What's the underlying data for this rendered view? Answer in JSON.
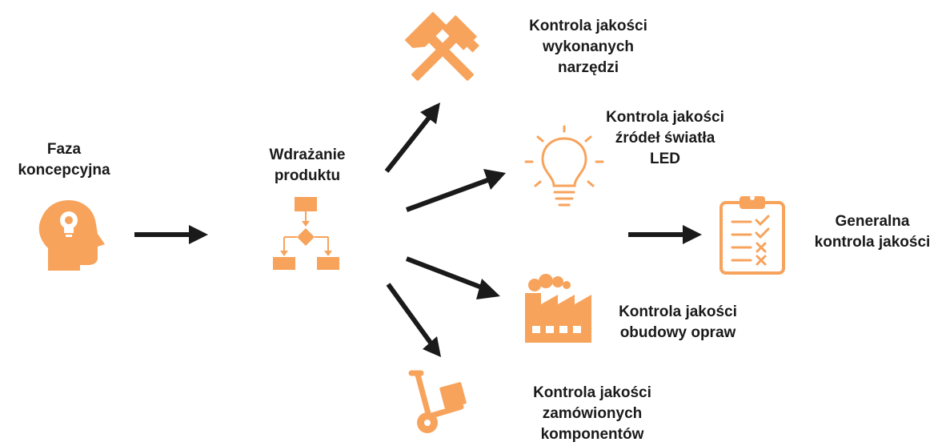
{
  "accent_color": "#F7A35C",
  "arrow_color": "#1a1a1a",
  "nodes": {
    "concept": {
      "label_lines": [
        "Faza",
        "koncepcyjna"
      ],
      "icon": "head-lightbulb-icon"
    },
    "implementation": {
      "label_lines": [
        "Wdrażanie",
        "produktu"
      ],
      "icon": "flowchart-icon"
    },
    "tools": {
      "label_lines": [
        "Kontrola jakości",
        "wykonanych",
        "narzędzi"
      ],
      "icon": "crossed-hammers-icon"
    },
    "led": {
      "label_lines": [
        "Kontrola jakości",
        "źródeł światła",
        "LED"
      ],
      "icon": "lightbulb-icon"
    },
    "housing": {
      "label_lines": [
        "Kontrola jakości",
        "obudowy opraw"
      ],
      "icon": "factory-icon"
    },
    "components": {
      "label_lines": [
        "Kontrola jakości",
        "zamówionych",
        "komponentów"
      ],
      "icon": "hand-truck-icon"
    },
    "general": {
      "label_lines": [
        "Generalna",
        "kontrola jakości"
      ],
      "icon": "clipboard-checklist-icon"
    }
  }
}
